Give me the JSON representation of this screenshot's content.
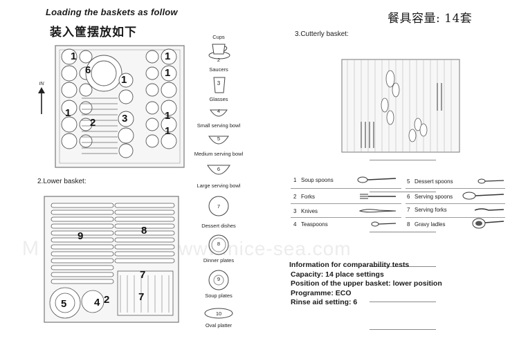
{
  "header": {
    "title_en": "Loading the baskets  as follow",
    "title_cn": "装入筐摆放如下",
    "capacity_cn": "餐具容量: 14套"
  },
  "sections": {
    "lower_basket": "2.Lower basket:",
    "cutlery_basket": "3.Cutterly basket:",
    "direction": "IN"
  },
  "items": [
    {
      "label": "Cups",
      "sub": "2",
      "label2": "Saucers"
    },
    {
      "label": "Glasses",
      "num": "3"
    },
    {
      "label": "Small serving bowl",
      "num": "4"
    },
    {
      "label": "Medium serving bowl",
      "num": "5"
    },
    {
      "label": "Large serving bowl",
      "num": "6"
    },
    {
      "label": "Dessert dishes",
      "num": "7"
    },
    {
      "label": "Dinner plates",
      "num": "8"
    },
    {
      "label": "Soup plates",
      "num": "9"
    },
    {
      "label": "Oval platter",
      "num": "10"
    }
  ],
  "upper_basket_labels": [
    "1",
    "6",
    "1",
    "1",
    "1",
    "1",
    "2",
    "3",
    "1",
    "1"
  ],
  "lower_basket_labels": [
    "9",
    "8",
    "7",
    "7",
    "5",
    "4",
    "2"
  ],
  "cutlery": {
    "left": [
      {
        "num": "1",
        "label": "Soup spoons"
      },
      {
        "num": "2",
        "label": "Forks"
      },
      {
        "num": "3",
        "label": "Knives"
      },
      {
        "num": "4",
        "label": "Teaspoons"
      }
    ],
    "right": [
      {
        "num": "5",
        "label": "Dessert spoons"
      },
      {
        "num": "6",
        "label": "Serving spoons"
      },
      {
        "num": "7",
        "label": "Serving forks"
      },
      {
        "num": "8",
        "label": "Gravy ladles"
      }
    ]
  },
  "info": {
    "heading": "Information for comparability tests",
    "capacity": "Capacity: 14 place settings",
    "position": "Position of the upper basket: lower position",
    "programme": "Programme: ECO",
    "rinse": "Rinse aid setting: 6"
  },
  "watermark": "Ｍ 贸 易 网 http://www.nice-sea.com"
}
